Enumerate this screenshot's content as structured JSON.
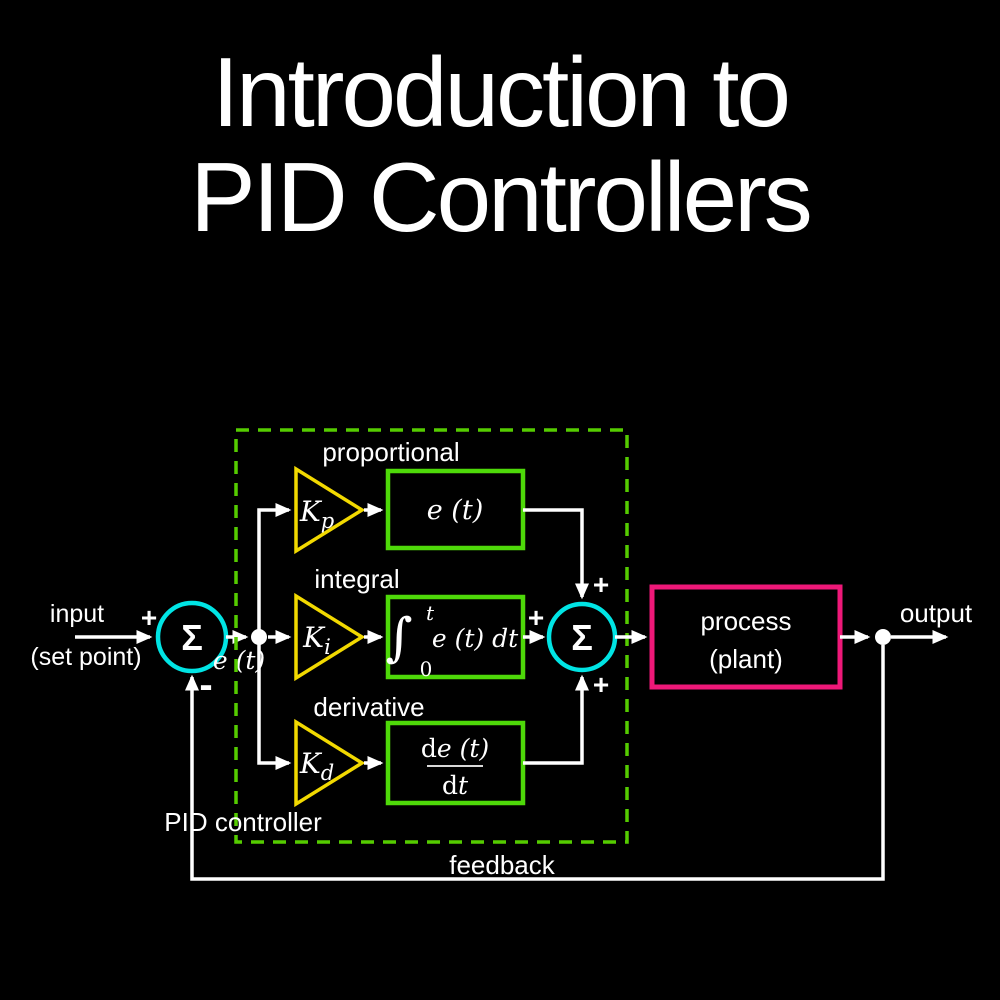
{
  "title": {
    "line1": "Introduction to",
    "line2": "PID Controllers"
  },
  "colors": {
    "background": "#000000",
    "wire": "#ffffff",
    "summing_junction": "#00e4e4",
    "gain_triangle": "#f2d900",
    "term_box": "#4ed909",
    "pid_dashed_box": "#55cc00",
    "process_box": "#ee1878",
    "text": "#ffffff"
  },
  "diagram": {
    "input": {
      "line1": "input",
      "line2": "(set point)"
    },
    "signs": {
      "plus": "+",
      "minus": "-",
      "sigma": "Σ"
    },
    "error_signal": "e (t)",
    "pid_box_label": "PID controller",
    "branches": {
      "proportional": {
        "label": "proportional",
        "gain": "K",
        "gain_sub": "p"
      },
      "integral": {
        "label": "integral",
        "gain": "K",
        "gain_sub": "i"
      },
      "derivative": {
        "label": "derivative",
        "gain": "K",
        "gain_sub": "d"
      }
    },
    "terms": {
      "proportional": "e (t)",
      "integral": {
        "sign": "∫",
        "upper": "t",
        "lower": "0",
        "body": "e (t) dt"
      },
      "derivative": {
        "num_d": "d",
        "num_rest": "e (t)",
        "den_d": "d",
        "den_rest": "t"
      }
    },
    "process": {
      "line1": "process",
      "line2": "(plant)"
    },
    "output_label": "output",
    "feedback_label": "feedback"
  }
}
